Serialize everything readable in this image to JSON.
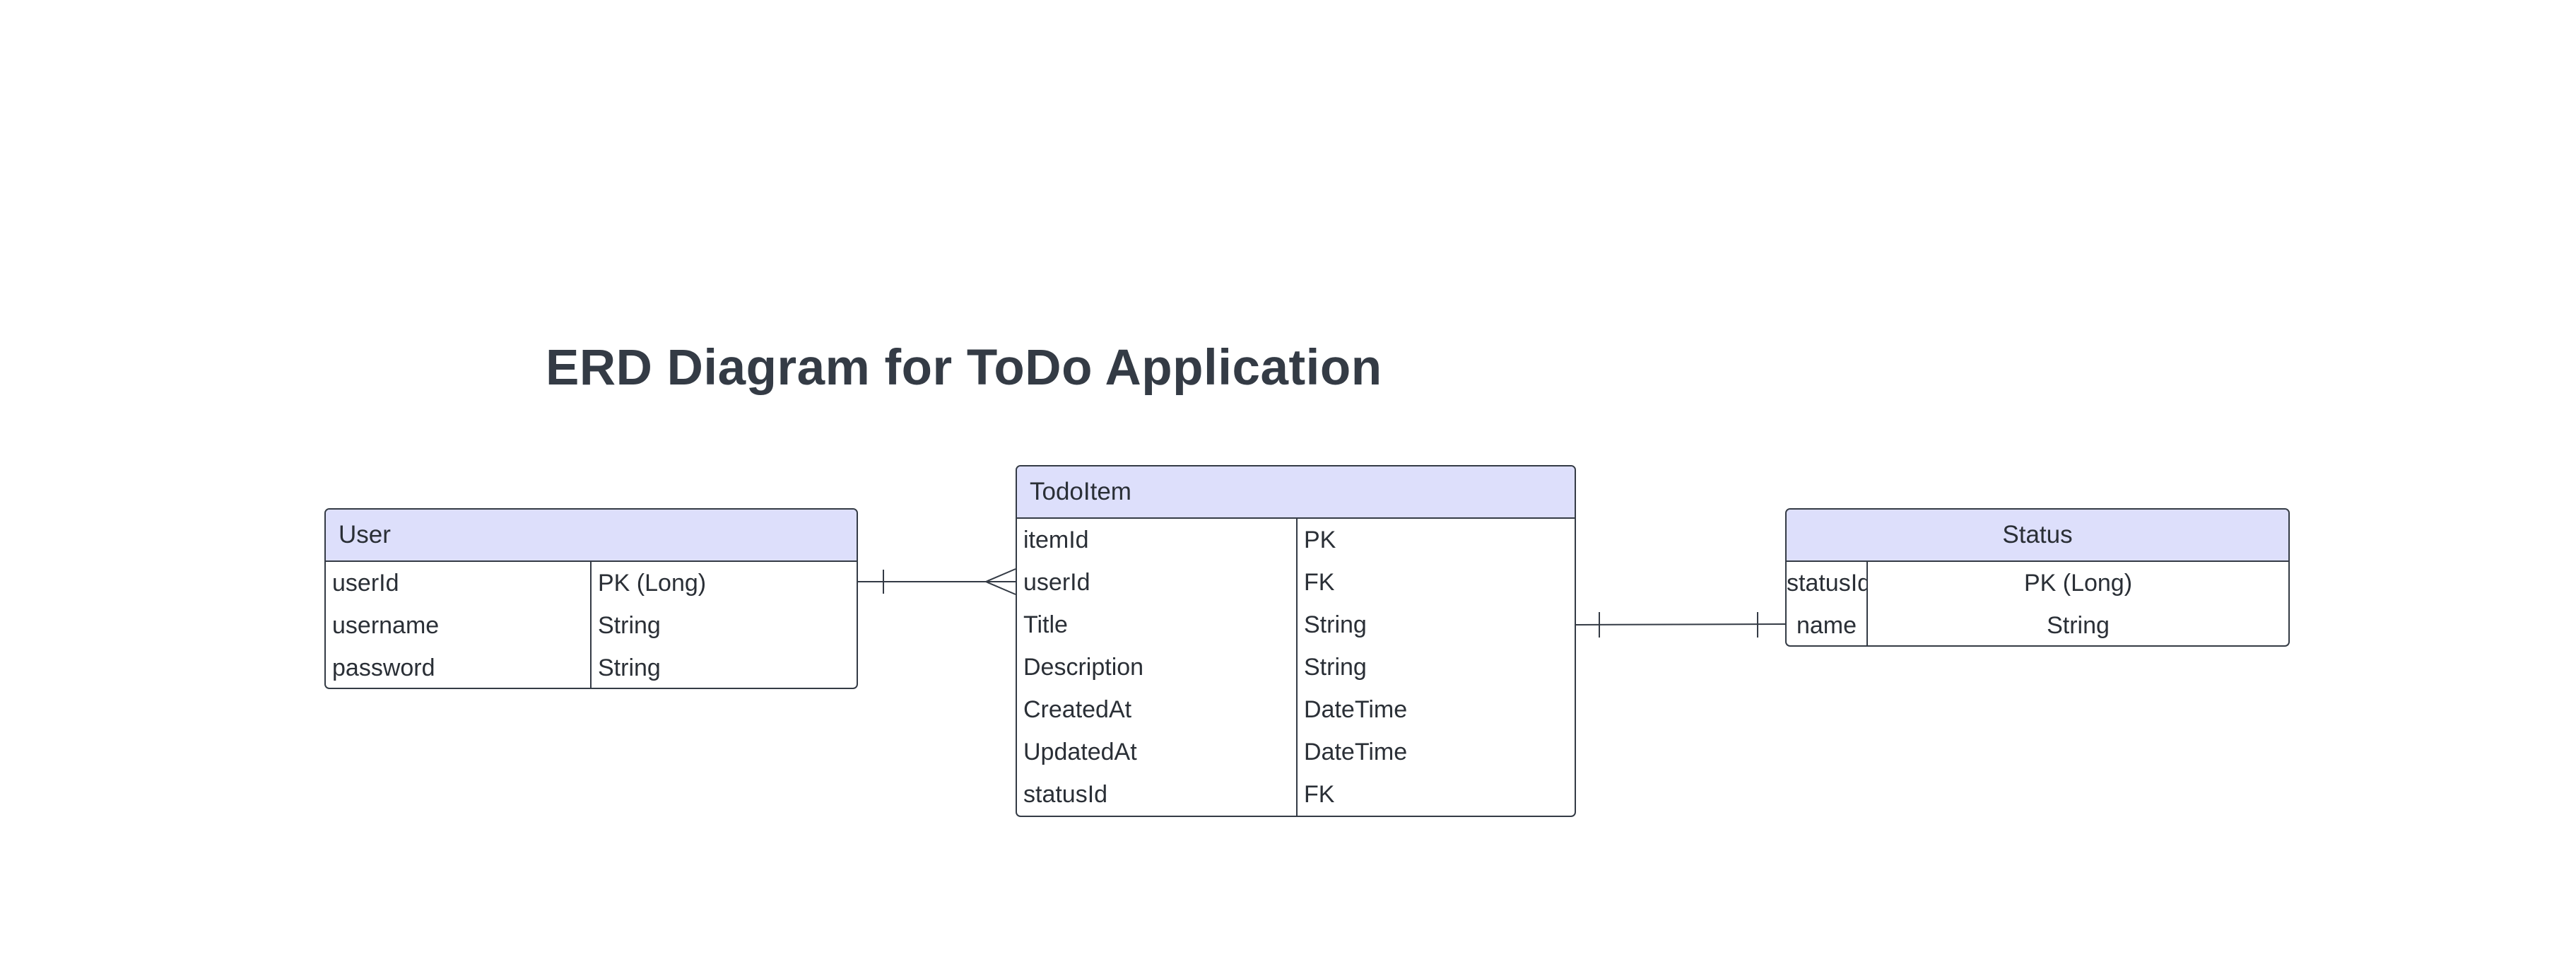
{
  "title": "ERD Diagram for ToDo Application",
  "colors": {
    "header_fill": "#dddffb",
    "stroke": "#343b45",
    "title_text": "#343b45"
  },
  "entities": {
    "user": {
      "name": "User",
      "rows": [
        {
          "field": "userId",
          "type": "PK (Long)"
        },
        {
          "field": "username",
          "type": "String"
        },
        {
          "field": "password",
          "type": "String"
        }
      ]
    },
    "todo": {
      "name": "TodoItem",
      "rows": [
        {
          "field": "itemId",
          "type": "PK"
        },
        {
          "field": "userId",
          "type": "FK"
        },
        {
          "field": "Title",
          "type": "String"
        },
        {
          "field": "Description",
          "type": "String"
        },
        {
          "field": "CreatedAt",
          "type": "DateTime"
        },
        {
          "field": "UpdatedAt",
          "type": "DateTime"
        },
        {
          "field": "statusId",
          "type": "FK"
        }
      ]
    },
    "status": {
      "name": "Status",
      "rows": [
        {
          "field": "statusId",
          "type": "PK (Long)"
        },
        {
          "field": "name",
          "type": "String"
        }
      ]
    }
  },
  "relationships": [
    {
      "from": "User",
      "to": "TodoItem",
      "from_cardinality": "one",
      "to_cardinality": "many"
    },
    {
      "from": "TodoItem",
      "to": "Status",
      "from_cardinality": "one",
      "to_cardinality": "one"
    }
  ]
}
